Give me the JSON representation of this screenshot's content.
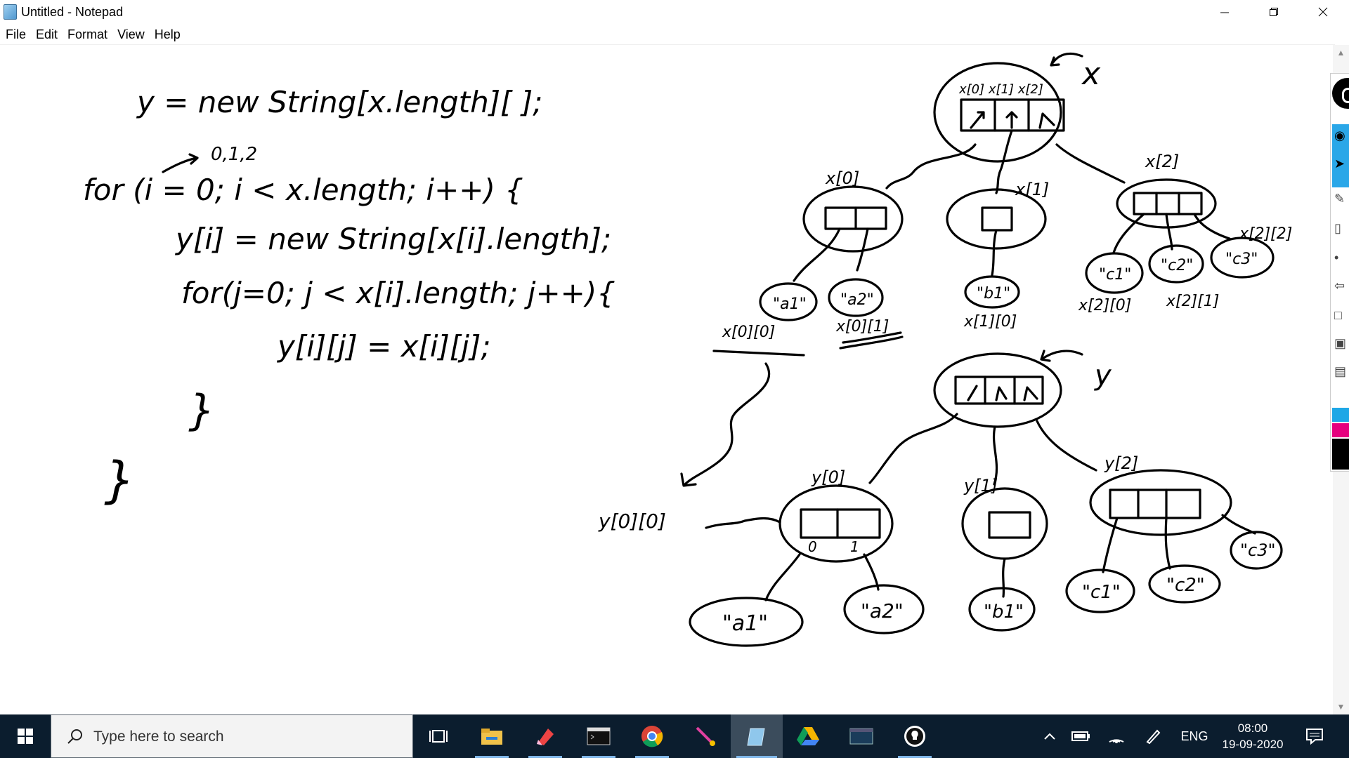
{
  "window": {
    "title": "Untitled - Notepad",
    "icons": {
      "app": "notepad-icon",
      "minimize": "minimize-icon",
      "maximize": "restore-icon",
      "close": "close-icon"
    }
  },
  "menu": [
    "File",
    "Edit",
    "Format",
    "View",
    "Help"
  ],
  "editor": {
    "code_lines": [
      "y = new String[x.length][ ];",
      "0,1,2",
      "for (i = 0; i < x.length; i++) {",
      "y[i] = new String[x[i].length];",
      "for(j=0; j < x[i].length; j++){",
      "y[i][j] = x[i][j];",
      "}",
      "}"
    ],
    "diagram_labels": {
      "x_ref": "x",
      "x_slots": "x[0]  x[1]  x[2]",
      "x0": "x[0]",
      "x1": "x[1]",
      "x2": "x[2]",
      "x_leaves": [
        "\"a1\"",
        "\"a2\"",
        "\"b1\"",
        "\"c1\"",
        "\"c2\"",
        "\"c3\""
      ],
      "x_leaf_refs": [
        "x[0][0]",
        "x[0][1]",
        "x[1][0]",
        "x[2][0]",
        "x[2][1]",
        "x[2][2]"
      ],
      "y_ref": "y",
      "y0": "y[0]",
      "y1": "y[1]",
      "y2": "y[2]",
      "y00": "y[0][0]",
      "y_index_0": "0",
      "y_index_1": "1",
      "y_leaves": [
        "\"a1\"",
        "\"a2\"",
        "\"b1\"",
        "\"c1\"",
        "\"c2\"",
        "\"c3\""
      ]
    }
  },
  "pen_toolbar": {
    "icons": [
      "ink-logo-icon",
      "eye-icon",
      "pointer-icon",
      "pen-icon",
      "highlighter-icon",
      "dot-icon",
      "undo-icon",
      "eraser-icon",
      "camera-icon",
      "clipboard-icon"
    ],
    "colors": [
      "#1ea7e6",
      "#e6007e",
      "#000000"
    ]
  },
  "taskbar": {
    "search_placeholder": "Type here to search",
    "apps": [
      "task-view-icon",
      "file-explorer-icon",
      "paint-icon",
      "terminal-icon",
      "chrome-icon",
      "sparkle-app-icon",
      "notepad-icon",
      "google-drive-icon",
      "mysql-icon",
      "lightbulb-icon"
    ],
    "lang": "ENG",
    "time": "08:00",
    "date": "19-09-2020",
    "tray_icons": [
      "chevron-up-icon",
      "battery-icon",
      "wifi-icon",
      "pen-tray-icon",
      "notification-icon"
    ]
  }
}
